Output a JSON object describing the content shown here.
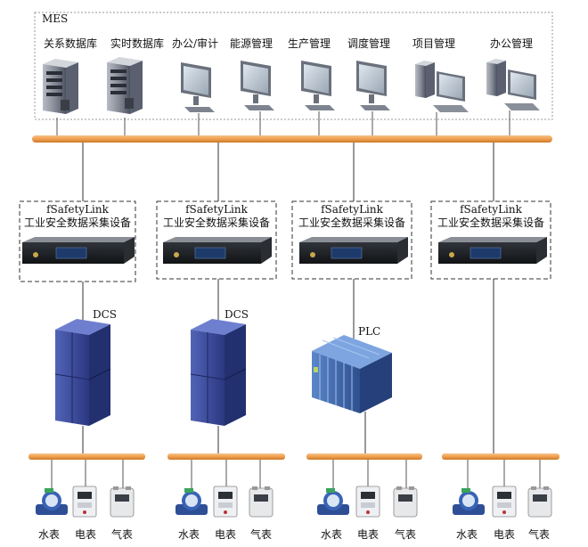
{
  "mes": {
    "label": "MES",
    "systems": [
      "关系数据库",
      "实时数据库",
      "办公/审计",
      "能源管理",
      "生产管理",
      "调度管理",
      "项目管理",
      "办公管理"
    ]
  },
  "collectors": [
    {
      "name": "fSafetyLink",
      "desc": "工业安全数据采集设备"
    },
    {
      "name": "fSafetyLink",
      "desc": "工业安全数据采集设备"
    },
    {
      "name": "fSafetyLink",
      "desc": "工业安全数据采集设备"
    },
    {
      "name": "fSafetyLink",
      "desc": "工业安全数据采集设备"
    }
  ],
  "controllers": [
    "DCS",
    "DCS",
    "PLC"
  ],
  "meters": [
    [
      "水表",
      "电表",
      "气表"
    ],
    [
      "水表",
      "电表",
      "气表"
    ],
    [
      "水表",
      "电表",
      "气表"
    ],
    [
      "水表",
      "电表",
      "气表"
    ]
  ],
  "colors": {
    "bus": "#f0a050",
    "line": "#555555",
    "server": "#4a5160",
    "monitor": "#8a9099",
    "cabinet": "#3a4a9a",
    "plc": "#4a6fb0"
  }
}
